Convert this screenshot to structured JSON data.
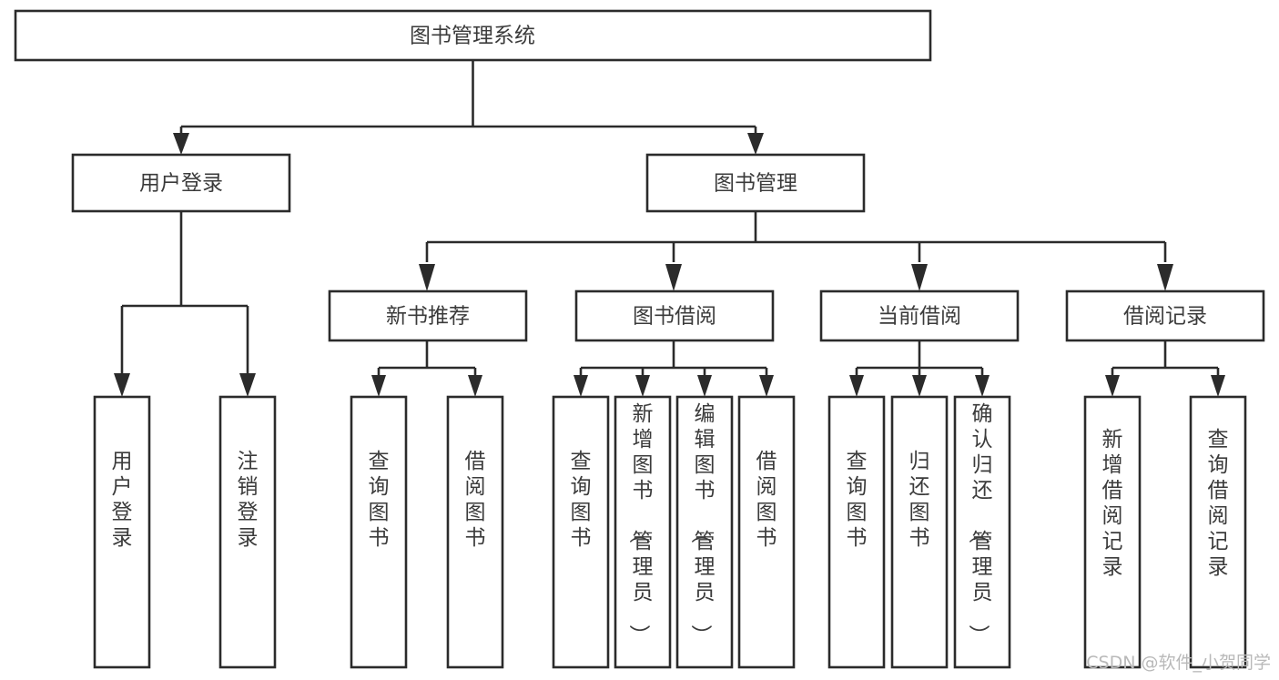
{
  "diagram": {
    "title": "图书管理系统",
    "type": "tree-hierarchy",
    "orientation": "top-down",
    "colors": {
      "box_stroke": "#2b2b2b",
      "box_fill": "#ffffff",
      "text": "#3b3b3b",
      "background": "#ffffff",
      "watermark": "#b9b9b9"
    },
    "levels": {
      "root": {
        "label": "图书管理系统"
      },
      "level2": [
        {
          "label": "用户登录"
        },
        {
          "label": "图书管理"
        }
      ],
      "level3": [
        {
          "label": "新书推荐"
        },
        {
          "label": "图书借阅"
        },
        {
          "label": "当前借阅"
        },
        {
          "label": "借阅记录"
        }
      ],
      "leaves": [
        {
          "label": "用户登录",
          "parent": "用户登录"
        },
        {
          "label": "注销登录",
          "parent": "用户登录"
        },
        {
          "label": "查询图书",
          "parent": "新书推荐"
        },
        {
          "label": "借阅图书",
          "parent": "新书推荐"
        },
        {
          "label": "查询图书",
          "parent": "图书借阅"
        },
        {
          "label": "新增图书（管理员）",
          "parent": "图书借阅"
        },
        {
          "label": "编辑图书（管理员）",
          "parent": "图书借阅"
        },
        {
          "label": "借阅图书",
          "parent": "图书借阅"
        },
        {
          "label": "查询图书",
          "parent": "当前借阅"
        },
        {
          "label": "归还图书",
          "parent": "当前借阅"
        },
        {
          "label": "确认归还（管理员）",
          "parent": "当前借阅"
        },
        {
          "label": "新增借阅记录",
          "parent": "借阅记录"
        },
        {
          "label": "查询借阅记录",
          "parent": "借阅记录"
        }
      ]
    }
  },
  "watermark": {
    "text": "CSDN @软件_小贺同学"
  }
}
